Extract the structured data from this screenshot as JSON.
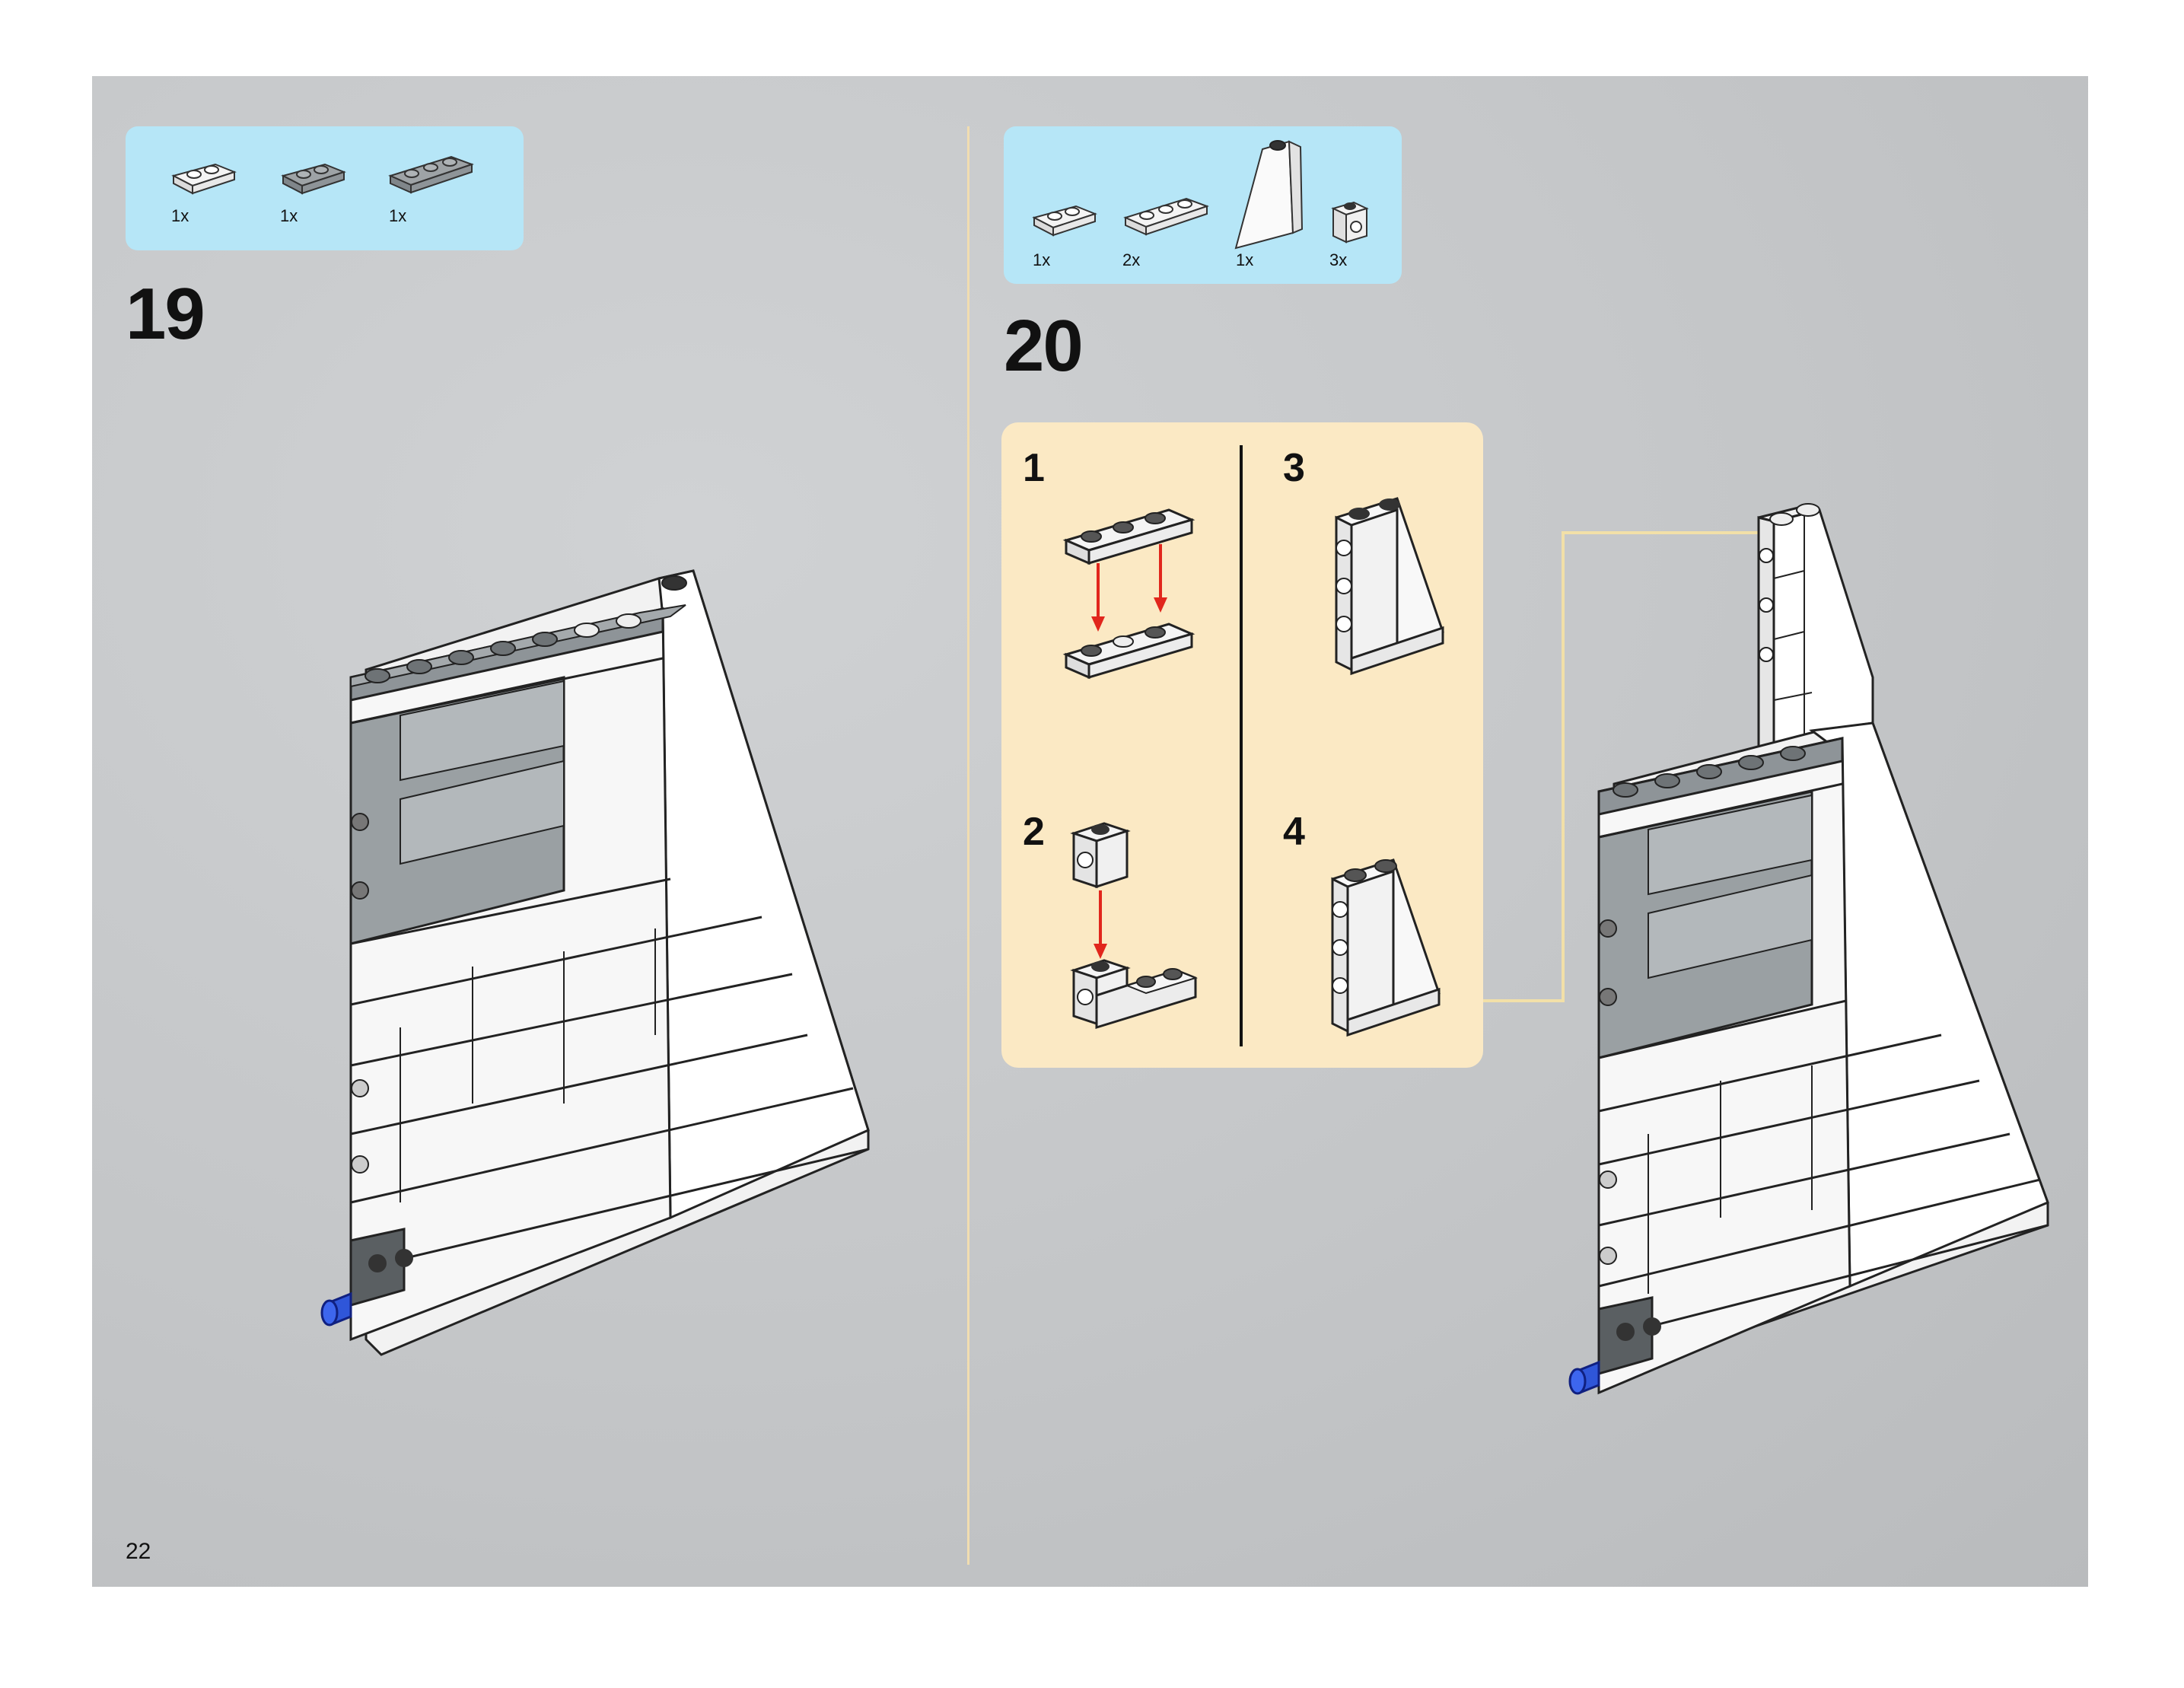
{
  "page_number": "22",
  "step19": {
    "number": "19",
    "parts": [
      {
        "name": "white-plate-1x2",
        "qty": "1x"
      },
      {
        "name": "grey-plate-1x2",
        "qty": "1x"
      },
      {
        "name": "grey-plate-1x3",
        "qty": "1x"
      }
    ]
  },
  "step20": {
    "number": "20",
    "parts": [
      {
        "name": "white-plate-1x2",
        "qty": "1x"
      },
      {
        "name": "white-plate-1x3",
        "qty": "2x"
      },
      {
        "name": "white-slope-tall",
        "qty": "1x"
      },
      {
        "name": "white-brick-1x1-side-stud",
        "qty": "3x"
      }
    ],
    "sub_steps": [
      "1",
      "2",
      "3",
      "4"
    ]
  },
  "colors": {
    "page_background": "#c4c6c8",
    "parts_box": "#b6e6f7",
    "substep_box": "#fbe9c4",
    "divider": "#f1ddb0",
    "arrow_red": "#e1261c",
    "pin_blue": "#2f56d9",
    "callout_line": "#f2e0a8"
  }
}
